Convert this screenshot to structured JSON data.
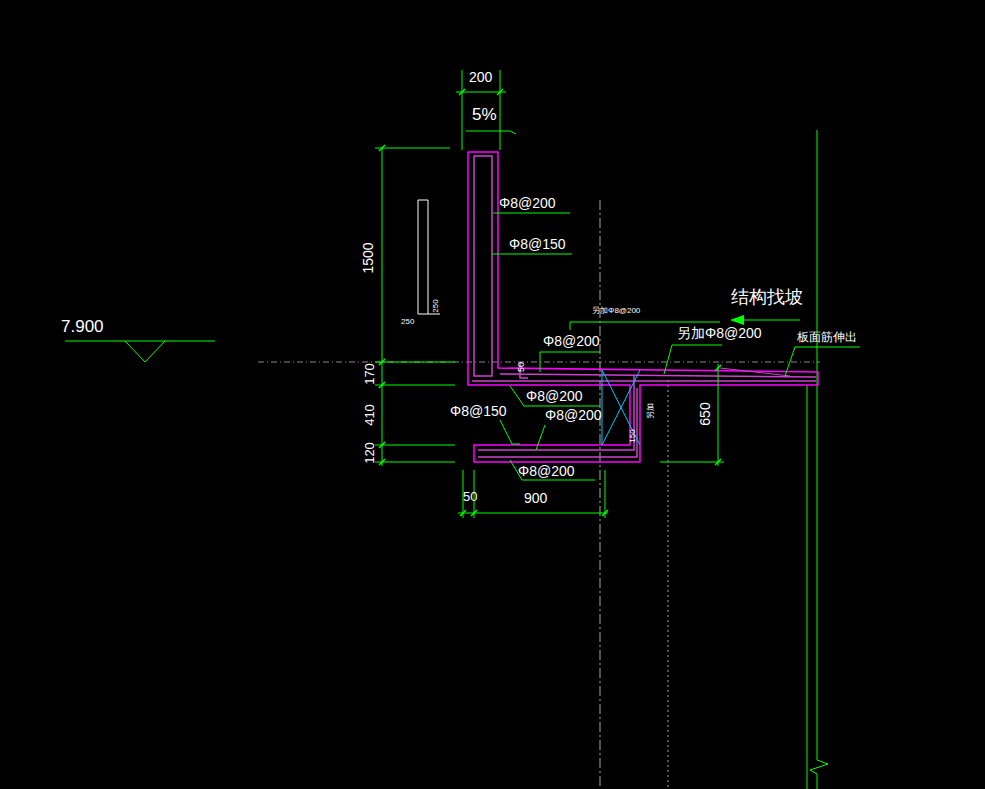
{
  "diagram": {
    "labels": [
      "200",
      "5%",
      "1500",
      "Φ8@200",
      "Φ8@150",
      "250",
      "250",
      "7.900",
      "170",
      "410",
      "120",
      "Φ8@200",
      "50",
      "Φ8@200",
      "Φ8@150",
      "Φ8@200",
      "Φ8@200",
      "50",
      "900",
      "650",
      "结构找坡",
      "另加Φ8@200",
      "板面筋伸出",
      "另加Φ8@200",
      "150",
      "另加"
    ]
  }
}
